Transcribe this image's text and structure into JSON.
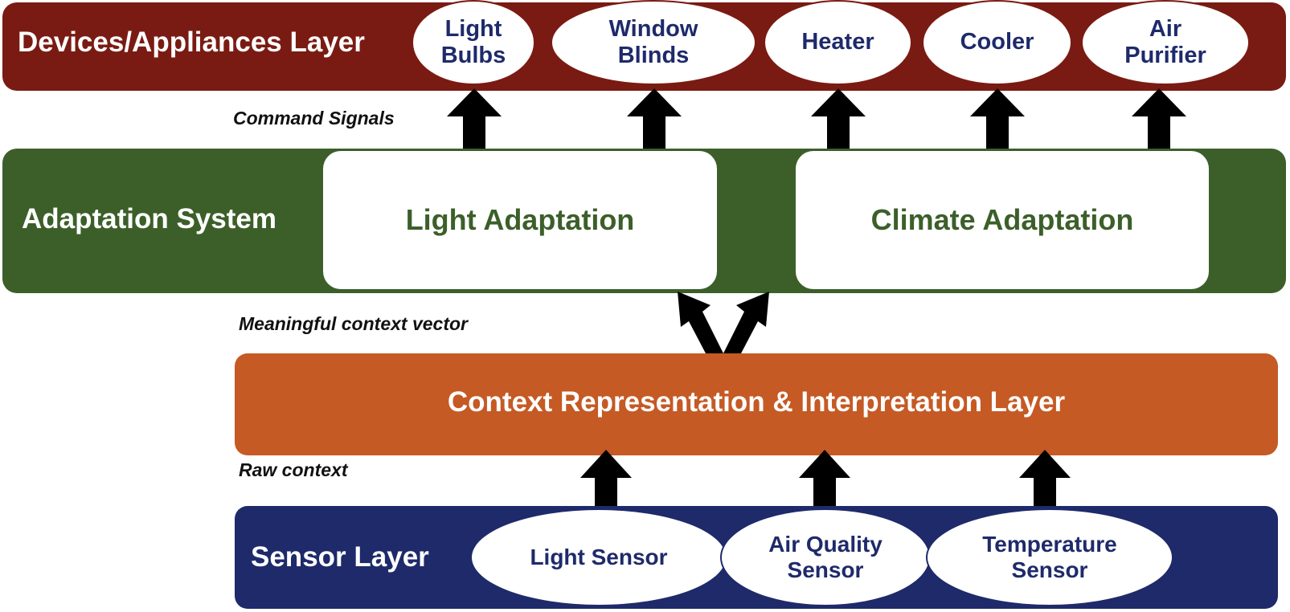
{
  "devices_layer": {
    "label": "Devices/Appliances Layer",
    "devices": [
      {
        "line1": "Light",
        "line2": "Bulbs"
      },
      {
        "line1": "Window",
        "line2": "Blinds"
      },
      {
        "line1": "Heater",
        "line2": ""
      },
      {
        "line1": "Cooler",
        "line2": ""
      },
      {
        "line1": "Air",
        "line2": "Purifier"
      }
    ]
  },
  "command_signals_label": "Command Signals",
  "adaptation_system": {
    "label": "Adaptation System",
    "light": "Light Adaptation",
    "climate": "Climate Adaptation"
  },
  "meaningful_context_label": "Meaningful context vector",
  "context_layer": {
    "label": "Context Representation & Interpretation Layer"
  },
  "raw_context_label": "Raw context",
  "sensor_layer": {
    "label": "Sensor Layer",
    "sensors": [
      {
        "line1": "Light Sensor",
        "line2": ""
      },
      {
        "line1": "Air Quality",
        "line2": "Sensor"
      },
      {
        "line1": "Temperature",
        "line2": "Sensor"
      }
    ]
  },
  "colors": {
    "devices": "#7a1b13",
    "adaptation": "#3c5f2a",
    "context": "#c55a24",
    "sensor": "#1e2a6a",
    "arrow": "#000000"
  }
}
